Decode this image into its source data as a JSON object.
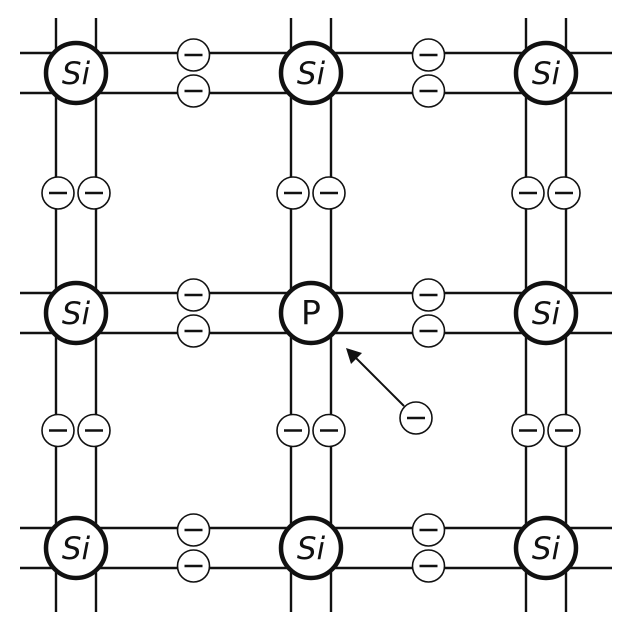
{
  "lattice": {
    "host_symbol": "Si",
    "dopant_symbol": "P",
    "electron_symbol": "−",
    "rows": [
      [
        "Si",
        "Si",
        "Si"
      ],
      [
        "Si",
        "P",
        "Si"
      ],
      [
        "Si",
        "Si",
        "Si"
      ]
    ],
    "dopant_position": {
      "row": 1,
      "col": 1
    },
    "dopant_fill": "hatched",
    "bond_electron_pairs": "two electrons per bond",
    "free_electron": true
  },
  "colors": {
    "ink": "#111111",
    "background": "#ffffff"
  }
}
